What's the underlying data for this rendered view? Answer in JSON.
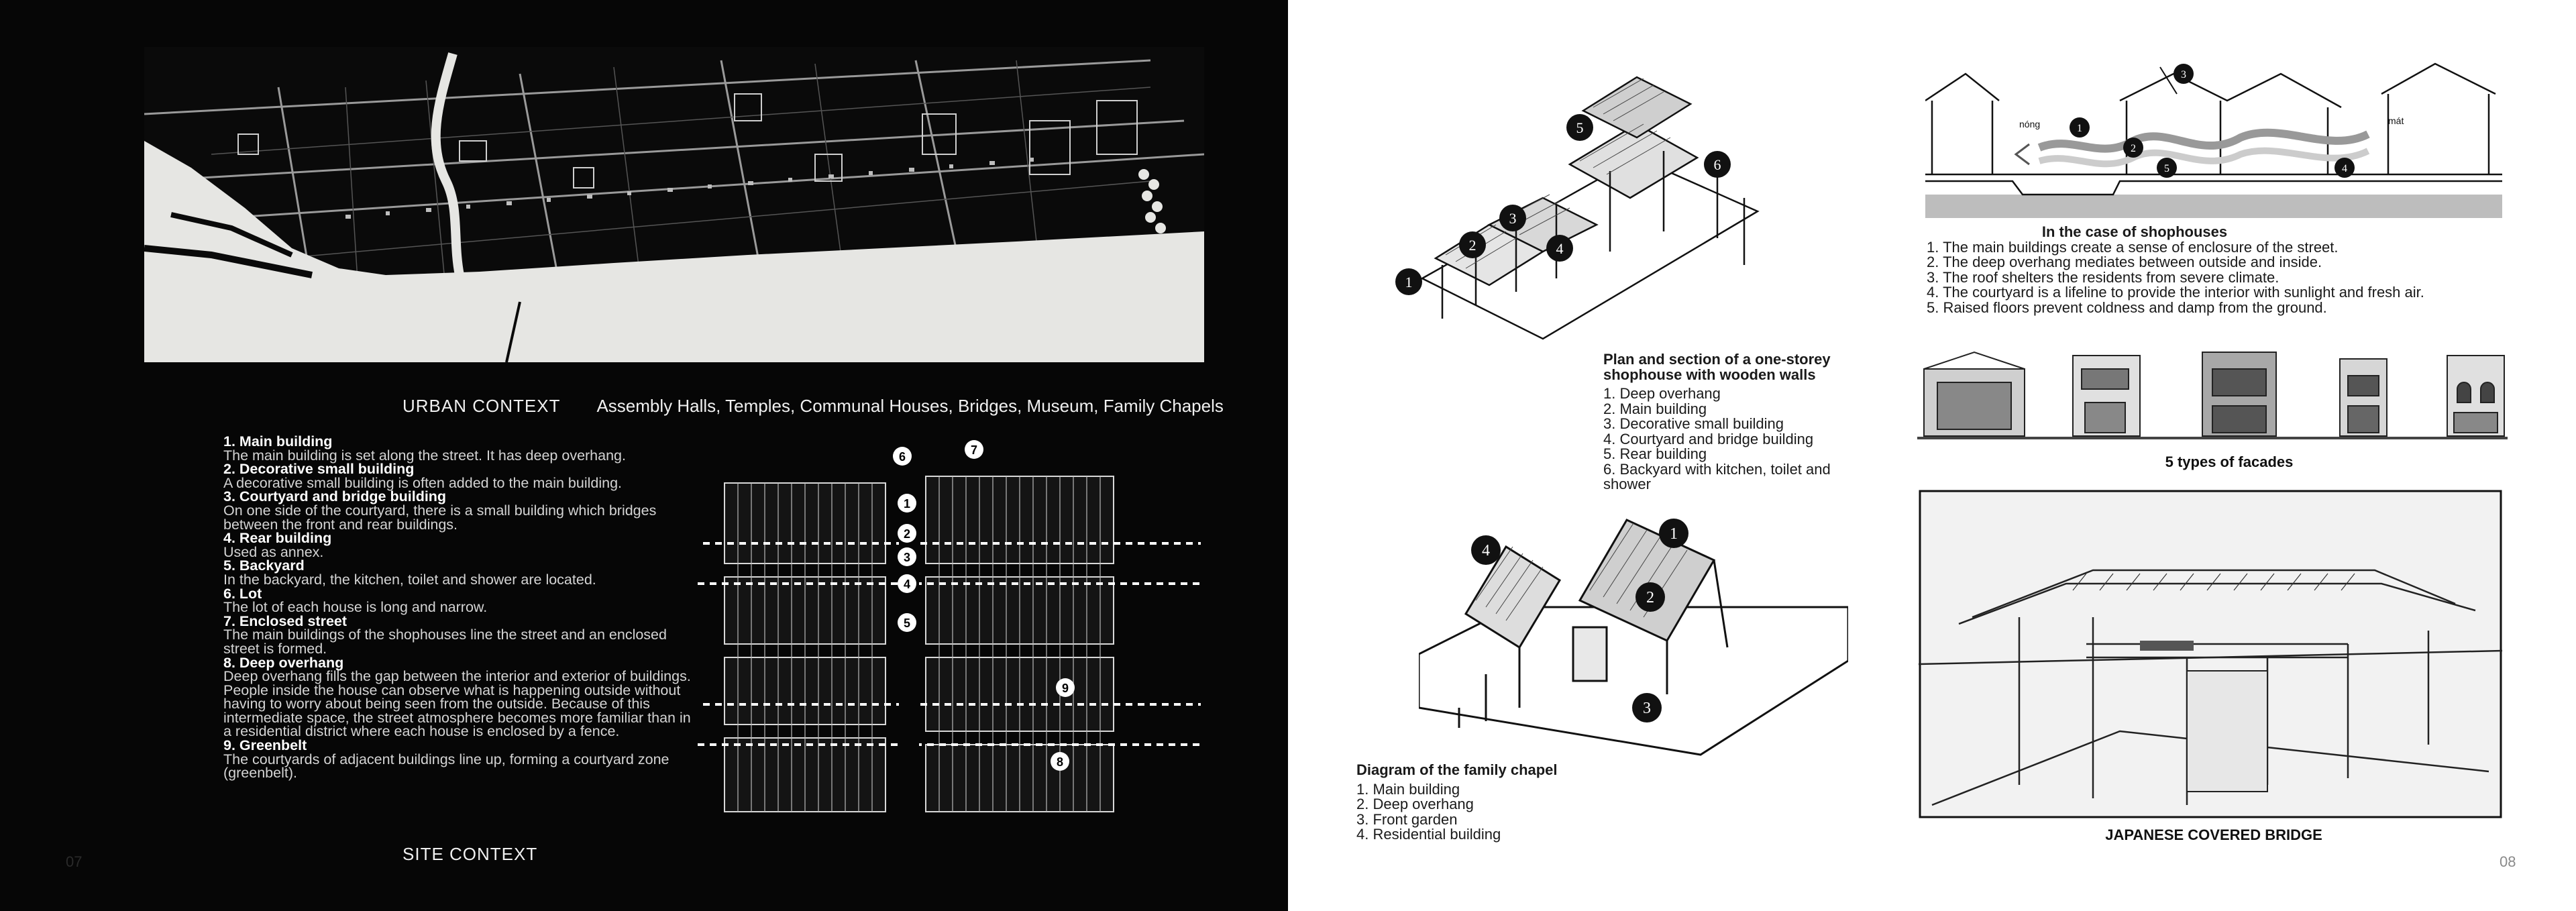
{
  "left_page": {
    "urban_context": {
      "title": "URBAN CONTEXT",
      "subtitle": "Assembly Halls, Temples, Communal Houses, Bridges, Museum, Family Chapels"
    },
    "site_items": [
      {
        "title": "1. Main building",
        "desc": "The main building is set along the street. It has deep overhang."
      },
      {
        "title": "2. Decorative small building",
        "desc": "A decorative small building is often added to the main building."
      },
      {
        "title": "3. Courtyard and bridge building",
        "desc": "On one side of the courtyard, there is a small building which bridges between the front and rear buildings."
      },
      {
        "title": "4. Rear building",
        "desc": "Used as annex."
      },
      {
        "title": "5. Backyard",
        "desc": "In the backyard, the kitchen, toilet and shower are located."
      },
      {
        "title": "6. Lot",
        "desc": "The lot of each house is long and narrow."
      },
      {
        "title": "7. Enclosed street",
        "desc": "The main buildings of the shophouses line the street and an enclosed street is formed."
      },
      {
        "title": "8. Deep overhang",
        "desc": "Deep overhang fills the gap between the interior and exterior of buildings. People inside the house can observe what is happening outside without having to worry about being seen from the outside. Because of this intermediate space, the street atmosphere becomes more familiar than in a residential district where each house is enclosed by a fence."
      },
      {
        "title": "9. Greenbelt",
        "desc": "The courtyards of adjacent buildings line up, forming a courtyard zone (greenbelt)."
      }
    ],
    "site_context_title": "SITE CONTEXT",
    "site_plan_markers": [
      "1",
      "2",
      "3",
      "4",
      "5",
      "6",
      "7",
      "8",
      "9"
    ],
    "page_number": "07"
  },
  "right_page": {
    "shophouse_section": {
      "heading": "Plan and section of a one-storey shophouse with wooden walls",
      "items": [
        "1. Deep overhang",
        "2. Main building",
        "3. Decorative small building",
        "4. Courtyard and bridge building",
        "5. Rear building",
        "6. Backyard with kitchen, toilet and shower"
      ],
      "markers": [
        "1",
        "2",
        "3",
        "4",
        "5",
        "6"
      ]
    },
    "climate_section": {
      "label_left": "nóng",
      "label_right": "mát",
      "markers": [
        "1",
        "2",
        "3",
        "4",
        "5"
      ]
    },
    "shophouse_case": {
      "heading": "In the case of shophouses",
      "items": [
        "1. The main buildings create a sense of enclosure of the street.",
        "2. The deep overhang mediates between outside and inside.",
        "3. The roof shelters the residents from severe climate.",
        "4. The courtyard is a lifeline to provide the interior with sunlight and fresh air.",
        "5. Raised floors prevent coldness and damp from the ground."
      ]
    },
    "facades_caption": "5 types of facades",
    "family_chapel": {
      "heading": "Diagram of the family chapel",
      "items": [
        "1. Main building",
        "2. Deep overhang",
        "3. Front garden",
        "4. Residential building"
      ],
      "markers": [
        "1",
        "2",
        "3",
        "4"
      ]
    },
    "bridge_caption": "JAPANESE COVERED BRIDGE",
    "page_number": "08"
  }
}
